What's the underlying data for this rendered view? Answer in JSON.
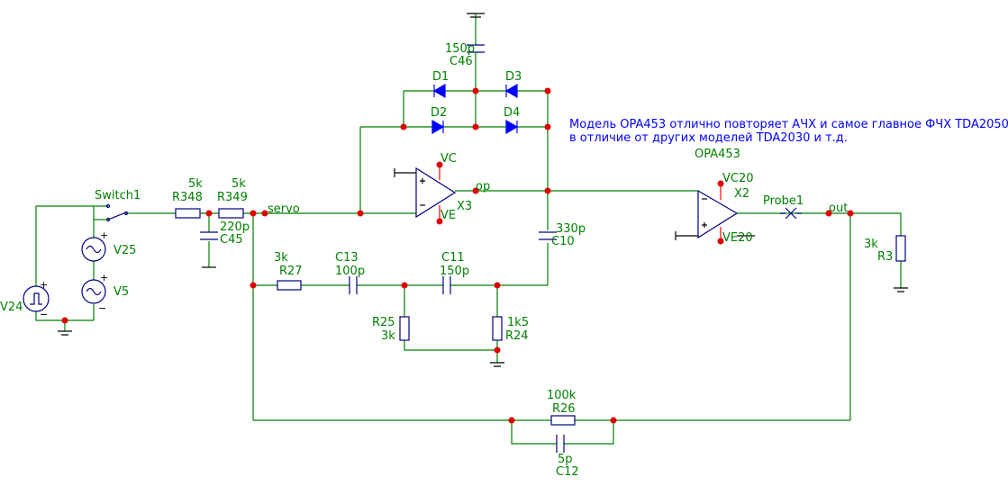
{
  "colors": {
    "wire": "#008000",
    "component": "#000080",
    "node": "#dd0000",
    "note": "#0000ff",
    "label": "#008000"
  },
  "note": {
    "line1": "Модель OPA453 отлично повторяет АЧХ и самое главное ФЧХ TDA2050,",
    "line2": "в отличие от других моделей TDA2030 и т.д."
  },
  "labels": {
    "c46_value": "150p",
    "c46_name": "C46",
    "d1": "D1",
    "d2": "D2",
    "d3": "D3",
    "d4": "D4",
    "vc": "VC",
    "ve": "VE",
    "x3": "X3",
    "op": "op",
    "c10_value": "330p",
    "c10_name": "C10",
    "opa453": "OPA453",
    "vc20": "VC20",
    "ve20": "VE20",
    "x2": "X2",
    "probe1": "Probe1",
    "out": "out",
    "r3_value": "3k",
    "r3_name": "R3",
    "switch1": "Switch1",
    "r348_value": "5k",
    "r348_name": "R348",
    "r349_value": "5k",
    "r349_name": "R349",
    "servo": "servo",
    "c45_value": "220p",
    "c45_name": "C45",
    "v25": "V25",
    "v5": "V5",
    "v24": "V24",
    "r27_value": "3k",
    "r27_name": "R27",
    "c13_name": "C13",
    "c13_value": "100p",
    "c11_name": "C11",
    "c11_value": "150p",
    "r25_name": "R25",
    "r25_value": "3k",
    "r24_value": "1k5",
    "r24_name": "R24",
    "r26_value": "100k",
    "r26_name": "R26",
    "c12_value": "5p",
    "c12_name": "C12"
  }
}
